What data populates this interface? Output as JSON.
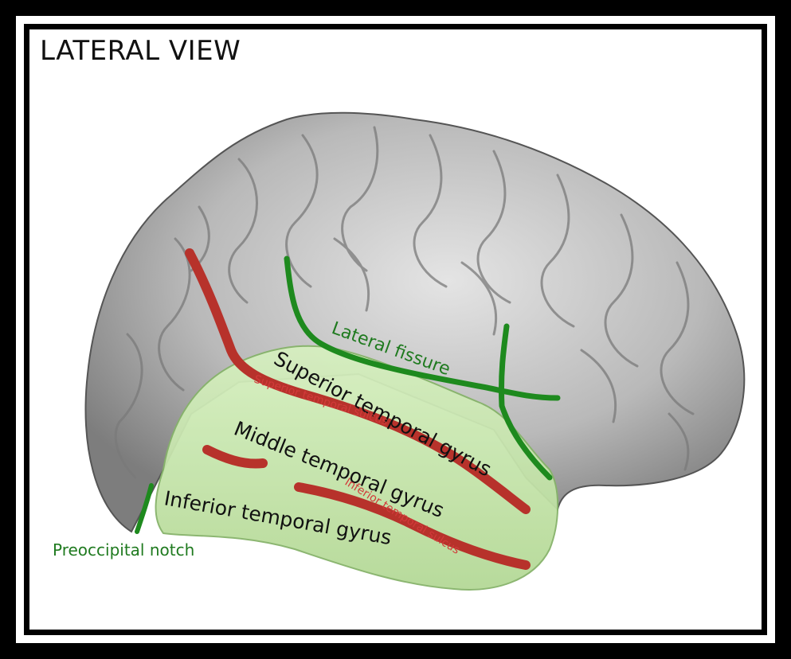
{
  "title": "LATERAL VIEW",
  "labels": {
    "lateral_fissure": "Lateral fissure",
    "superior_temporal_gyrus": "Superior temporal gyrus",
    "superior_temporal_sulcus": "Superior temporal sulcus",
    "middle_temporal_gyrus": "Middle temporal gyrus",
    "inferior_temporal_sulcus": "Inferior temporal sulcus",
    "inferior_temporal_gyrus": "Inferior temporal gyrus",
    "preoccipital_notch": "Preoccipital notch"
  },
  "colors": {
    "frame": "#000000",
    "brain": "#b8b8b8",
    "brain_shadow": "#6f6f6f",
    "temporal_lobe": "#c6e6a8",
    "sulcus_red": "#b7322b",
    "fissure_green": "#1e8a1e",
    "label_black": "#111111",
    "label_green": "#1f7a1f",
    "label_red": "#d23a3a"
  }
}
